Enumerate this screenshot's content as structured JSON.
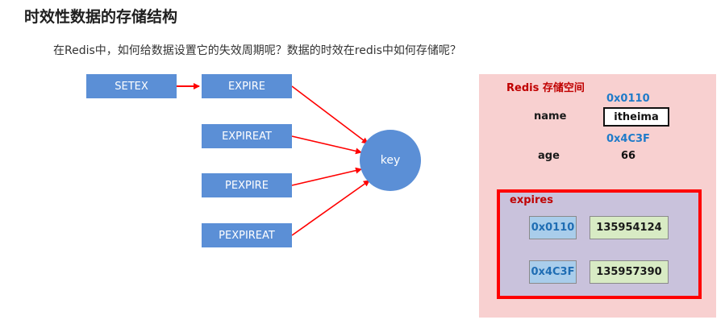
{
  "heading": "时效性数据的存储结构",
  "question": "在Redis中，如何给数据设置它的失效周期呢？数据的时效在redis中如何存储呢？",
  "commands": {
    "setex": "SETEX",
    "expire": "EXPIRE",
    "expireat": "EXPIREAT",
    "pexpire": "PEXPIRE",
    "pexpireat": "PEXPIREAT"
  },
  "key_label": "key",
  "storage": {
    "title": "Redis 存储空间",
    "name_addr": "0x0110",
    "name_field": "name",
    "name_value": "itheima",
    "age_addr": "0x4C3F",
    "age_field": "age",
    "age_value": "66"
  },
  "expires": {
    "title": "expires",
    "rows": [
      {
        "addr": "0x0110",
        "timestamp": "135954124"
      },
      {
        "addr": "0x4C3F",
        "timestamp": "135957390"
      }
    ]
  },
  "colors": {
    "command_fill": "#5b8fd6",
    "arrow": "#ff0000",
    "panel_bg": "#f8d0d0",
    "expires_bg": "#c9c2dc",
    "address_text": "#1f7bc9",
    "title_text": "#c00000"
  }
}
